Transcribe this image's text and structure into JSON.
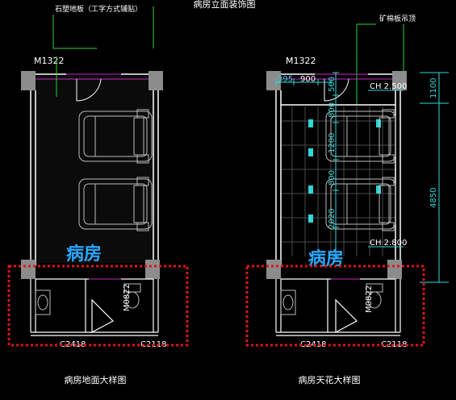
{
  "header": {
    "top_title": "病房立面装饰图"
  },
  "left_plan": {
    "annotation_wall": "石塑地板（工字方式铺贴）",
    "door_tag_top": "M1322",
    "room_label": "病房",
    "door_tag_bath": "M0822",
    "window_tag_left": "C2418",
    "window_tag_right": "C2118",
    "caption": "病房地面大样图"
  },
  "right_plan": {
    "annotation_ceiling": "矿棉板吊顶",
    "door_tag_top": "M1322",
    "dim_1": "395",
    "dim_2": "900",
    "dim_3": "500",
    "dim_4": "800",
    "dim_5": "1200",
    "dim_6": "800",
    "dim_7": "2020",
    "ch_top": "CH  2.500",
    "ch_bottom": "CH  2.800",
    "dim_right_top": "1100",
    "dim_right_main": "4850",
    "room_label": "病房",
    "door_tag_bath": "M0822",
    "window_tag_left": "C2418",
    "window_tag_right": "C2118",
    "caption": "病房天花大样图"
  },
  "colors": {
    "background": "#000000",
    "wall": "#ffffff",
    "furniture": "#bcbcbc",
    "magenta_line": "#c828c8",
    "leader_green": "#31d23a",
    "dimension_cyan": "#2fd7d7",
    "room_label_blue": "#29a8ff",
    "highlight_red": "#e01414",
    "column_grey": "#8c8c8c"
  }
}
